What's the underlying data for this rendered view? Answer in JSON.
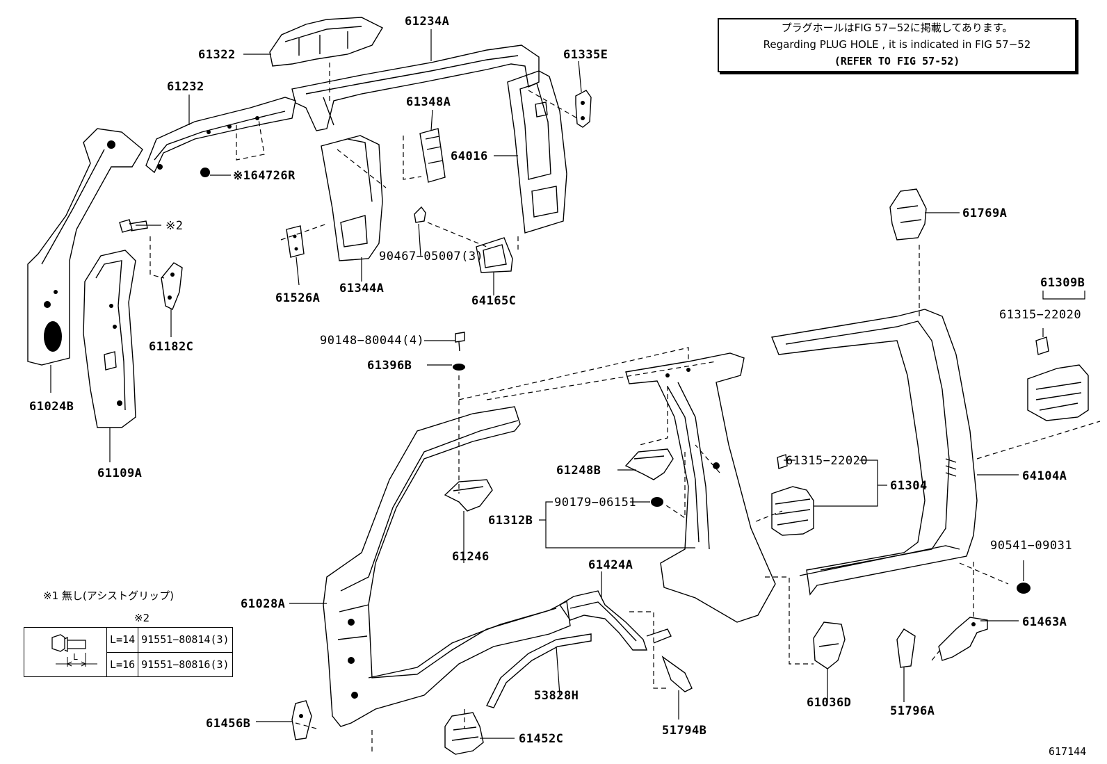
{
  "note": {
    "line_jp": "プラグホールはFIG 57−52に掲載してあります。",
    "line_en": "Regarding  PLUG  HOLE , it is indicated in FIG  57−52",
    "line_ref": "(REFER TO FIG 57-52)"
  },
  "labels": {
    "p61234A": "61234A",
    "p61322": "61322",
    "p61232": "61232",
    "p61335E": "61335E",
    "p61348A": "61348A",
    "p64016": "64016",
    "p64726R": "※164726R",
    "p_mark2": "※2",
    "p61526A": "61526A",
    "p61344A": "61344A",
    "p90467": "90467−05007(3)",
    "p64165C": "64165C",
    "p61182C": "61182C",
    "p61024B": "61024B",
    "p61109A": "61109A",
    "p61769A": "61769A",
    "p61309B": "61309B",
    "p61315_a": "61315−22020",
    "p90148": "90148−80044(4)",
    "p61396B": "61396B",
    "p61248B": "61248B",
    "p61315_b": "61315−22020",
    "p61304": "61304",
    "p64104A": "64104A",
    "p90179": "90179−06151",
    "p61312B": "61312B",
    "p61246": "61246",
    "p90541": "90541−09031",
    "p61424A": "61424A",
    "p61463A": "61463A",
    "p61028A": "61028A",
    "p53828H": "53828H",
    "p61036D": "61036D",
    "p51796A": "51796A",
    "p61456B": "61456B",
    "p61452C": "61452C",
    "p51794B": "51794B"
  },
  "footnotes": {
    "fn1": "※1 無し(アシストグリップ)",
    "fn2": "※2",
    "dim_label": "L",
    "rows": [
      {
        "length": "L=14",
        "part": "91551−80814(3)"
      },
      {
        "length": "L=16",
        "part": "91551−80816(3)"
      }
    ]
  },
  "figure_id": "617144"
}
